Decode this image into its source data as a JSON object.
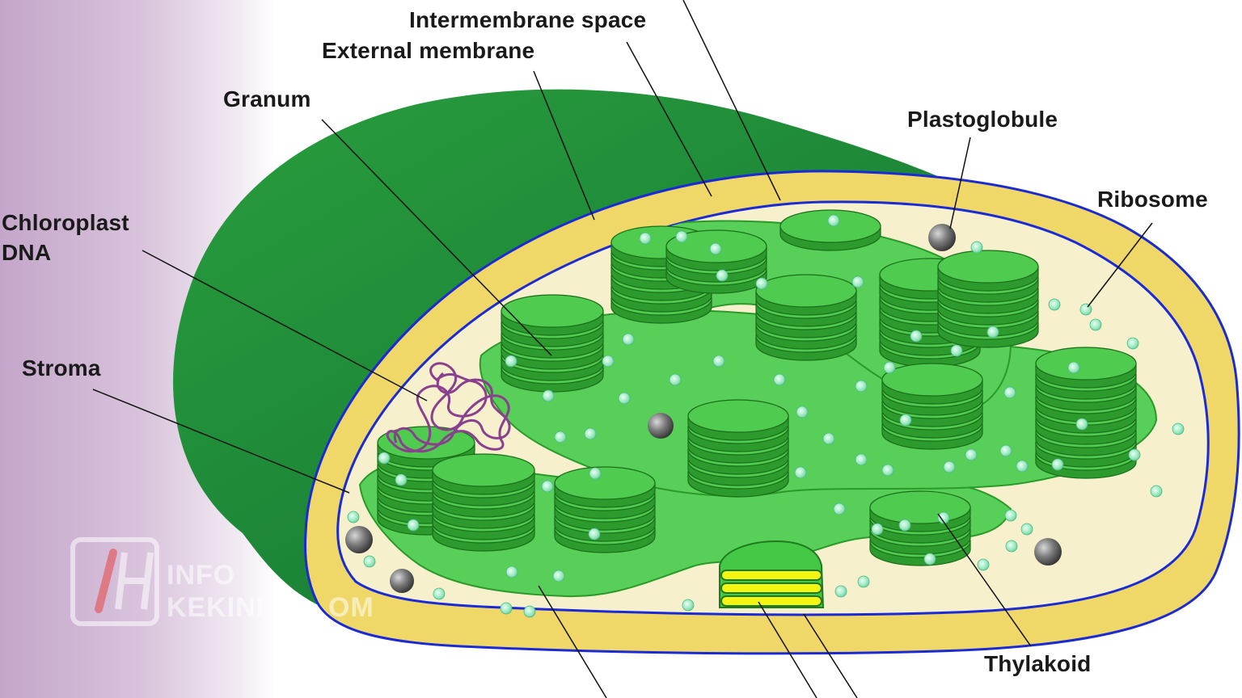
{
  "labels": {
    "intermembrane_space": "Intermembrane space",
    "external_membrane": "External membrane",
    "granum": "Granum",
    "plastoglobule": "Plastoglobule",
    "ribosome": "Ribosome",
    "chloroplast_dna_line1": "Chloroplast",
    "chloroplast_dna_line2": "DNA",
    "stroma": "Stroma",
    "thylakoid": "Thylakoid"
  },
  "watermark": {
    "line1": "INFO",
    "line2": "KEKINI",
    "suffix": "OM"
  },
  "colors": {
    "outer_body": "#1f8a3a",
    "inner_yellow": "#efd868",
    "stroma_cream": "#f7f0cc",
    "membrane_blue": "#1a2ad6",
    "grana_green": "#45c845",
    "ribosome": "#9be8c0",
    "plastoglobule": "#666666",
    "dna": "#8a3f8f",
    "lumen_yellow": "#f5f513"
  }
}
